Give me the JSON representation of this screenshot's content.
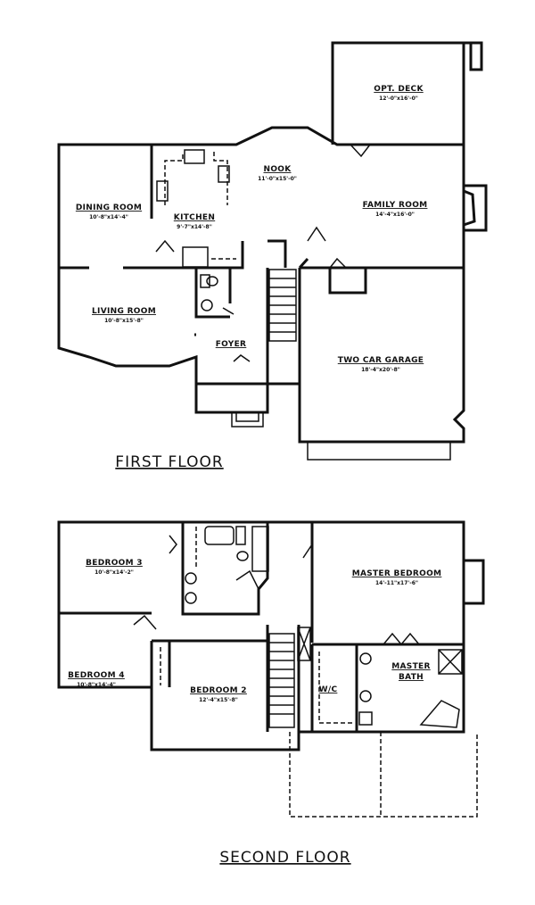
{
  "first_floor": {
    "title": "FIRST FLOOR",
    "rooms": [
      {
        "name": "OPT. DECK",
        "size": "12'-0\"x16'-0\""
      },
      {
        "name": "NOOK",
        "size": "11'-0\"x15'-0\""
      },
      {
        "name": "DINING ROOM",
        "size": "10'-8\"x14'-4\""
      },
      {
        "name": "KITCHEN",
        "size": "9'-7\"x14'-8\""
      },
      {
        "name": "FAMILY ROOM",
        "size": "14'-4\"x16'-0\""
      },
      {
        "name": "LIVING ROOM",
        "size": "10'-8\"x15'-8\""
      },
      {
        "name": "FOYER",
        "size": ""
      },
      {
        "name": "TWO CAR GARAGE",
        "size": "18'-4\"x20'-8\""
      }
    ]
  },
  "second_floor": {
    "title": "SECOND FLOOR",
    "rooms": [
      {
        "name": "BEDROOM 3",
        "size": "10'-8\"x14'-2\""
      },
      {
        "name": "MASTER BEDROOM",
        "size": "14'-11\"x17'-6\""
      },
      {
        "name": "BEDROOM 4",
        "size": "10'-8\"x14'-4\""
      },
      {
        "name": "BEDROOM 2",
        "size": "12'-4\"x15'-8\""
      },
      {
        "name": "W/C",
        "size": ""
      },
      {
        "name": "MASTER",
        "size": "BATH"
      }
    ]
  }
}
